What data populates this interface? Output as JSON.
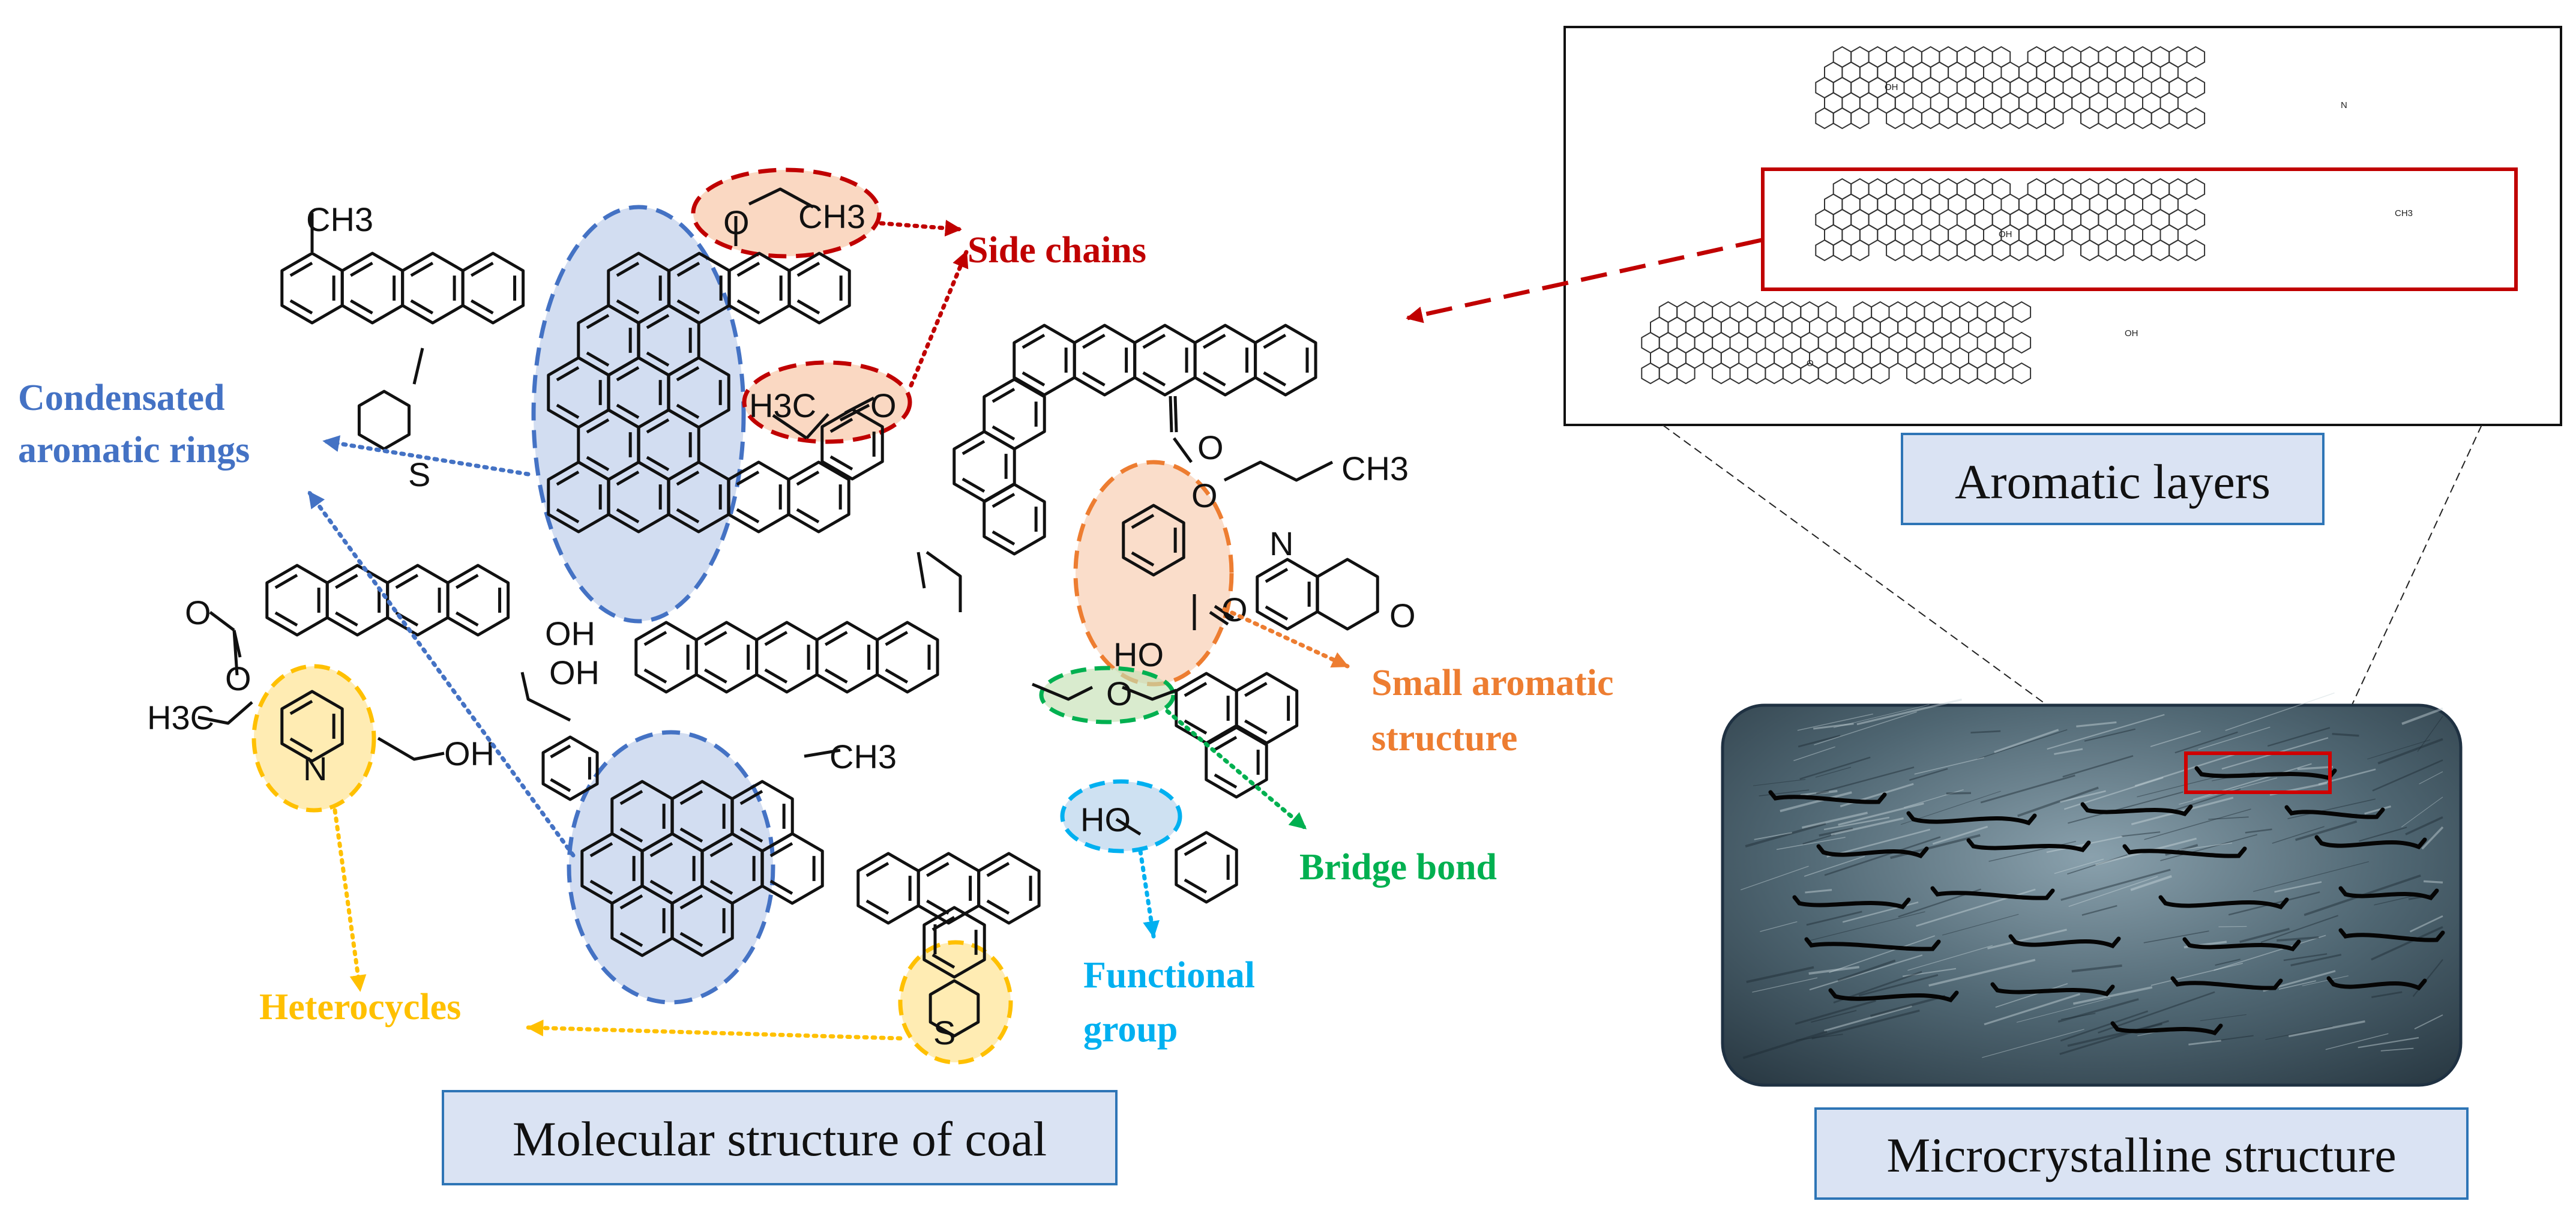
{
  "captions": {
    "molecular": "Molecular structure of coal",
    "aromatic": "Aromatic layers",
    "micro": "Microcrystalline structure"
  },
  "labels": {
    "side_chains": "Side chains",
    "condensed_1": "Condensated",
    "condensed_2": "aromatic rings",
    "small_1": "Small aromatic",
    "small_2": "structure",
    "bridge": "Bridge bond",
    "functional_1": "Functional",
    "functional_2": "group",
    "heterocycles": "Heterocycles"
  },
  "atoms": {
    "ch3_top": "CH3",
    "o_ethyl": "O",
    "ch3_ethyl": "CH3",
    "h3c_acetyl": "H3C",
    "o_acetyl": "O",
    "s_top": "S",
    "o_ester_l1": "O",
    "o_ester_l2": "O",
    "h3c_ester": "H3C",
    "oh_naph": "OH",
    "n_pyr": "N",
    "oh_pyr": "OH",
    "oh_benzyl": "OH",
    "o_prop_1": "O",
    "o_prop_2": "O",
    "ch3_prop": "CH3",
    "n_quin": "N",
    "o_quin": "O",
    "o_acid": "O",
    "ho_acid": "HO",
    "o_bridge": "O",
    "ch3_mid": "CH3",
    "ho_phenol": "HO",
    "s_bottom": "S"
  },
  "colors": {
    "side_chains": "#c00000",
    "condensed": "#4472c4",
    "small": "#ed7d31",
    "bridge": "#00b050",
    "functional": "#00b0f0",
    "heterocycles": "#ffc000",
    "caption_fill": "#dae3f3",
    "caption_stroke": "#2e75b6",
    "highlight_box": "#c00000"
  },
  "mini_labels": [
    "OH",
    "OH",
    "CH3",
    "N",
    "O",
    "OH"
  ]
}
